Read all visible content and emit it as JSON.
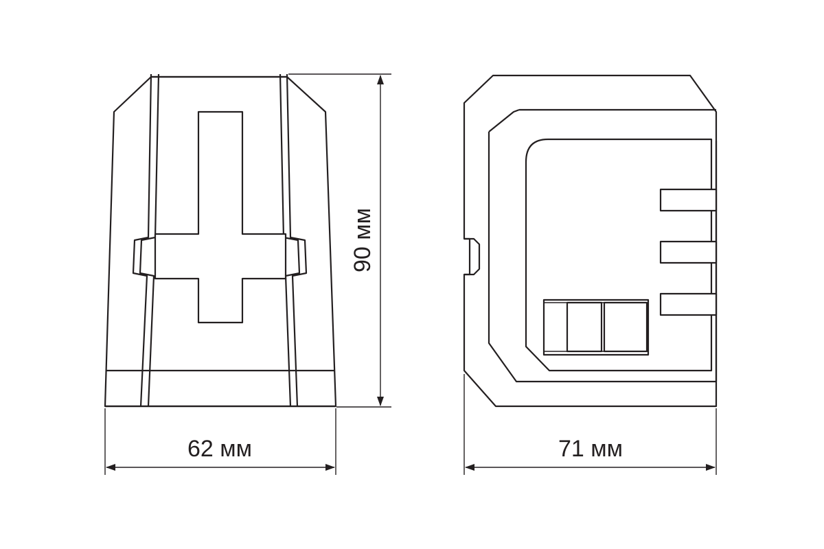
{
  "dimensions": {
    "width_front": "62 мм",
    "height": "90 мм",
    "width_side": "71 мм"
  },
  "colors": {
    "stroke": "#231f20",
    "background": "#ffffff"
  }
}
